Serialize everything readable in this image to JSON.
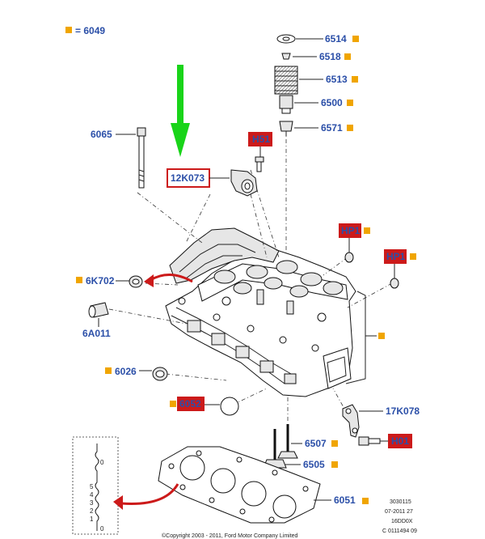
{
  "colors": {
    "label_blue": "#2b4fa8",
    "marker_orange": "#f0a500",
    "highlight_red": "#cc1a1a",
    "arrow_green": "#19d419"
  },
  "parts": {
    "p6049": "6049",
    "p6514": "6514",
    "p6518": "6518",
    "p6513": "6513",
    "p6500": "6500",
    "p6571": "6571",
    "p6065": "6065",
    "p12K073": "12K073",
    "pH51": "H51",
    "pHP1a": "HP1",
    "pHP1b": "HP1",
    "p6K702": "6K702",
    "p6A011": "6A011",
    "p6026": "6026",
    "p6052": "6052",
    "p17K078": "17K078",
    "p6507": "6507",
    "pH01": "H01",
    "p6505": "6505",
    "p6051": "6051"
  },
  "inset": {
    "numbers": [
      "0",
      "5",
      "4",
      "3",
      "2",
      "1",
      "0"
    ]
  },
  "meta": {
    "line1": "3030115",
    "line2": "07-2011 27",
    "line3": "16DD0X",
    "line4": "C 0111494 09",
    "copyright": "©Copyright 2003 - 2011, Ford Motor Company Limited"
  }
}
